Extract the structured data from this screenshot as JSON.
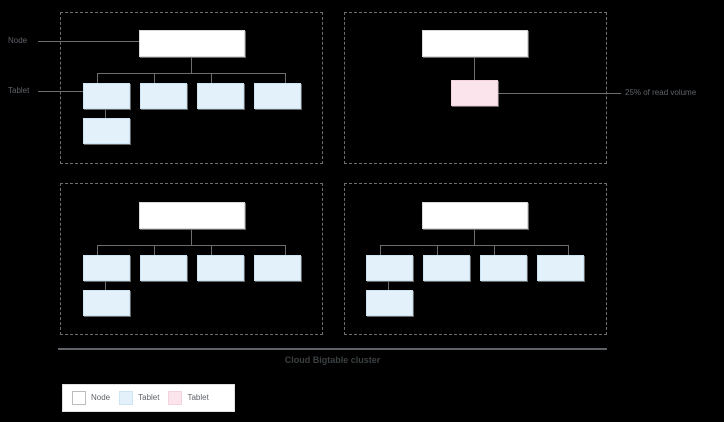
{
  "diagram": {
    "title": "Cloud Bigtable cluster",
    "labels": {
      "node": "Node",
      "tablet": "Tablet",
      "hot_tablet_annotation": "25% of read volume"
    },
    "colors": {
      "background": "#000000",
      "node_fill": "#ffffff",
      "tablet_fill": "#e3f1fb",
      "hot_tablet_fill": "#fce4ec",
      "line": "#6e6e6e",
      "panel_border": "#6e6e6e",
      "text": "#5f6368",
      "caption_text": "#3c4043"
    },
    "panels": [
      {
        "id": "panel-top-left",
        "node_count": 1,
        "tablets": 5,
        "hot_tablets": 0,
        "layout": "4-across-plus-1-below-first"
      },
      {
        "id": "panel-top-right",
        "node_count": 1,
        "tablets": 0,
        "hot_tablets": 1,
        "layout": "single-hot-tablet-centered"
      },
      {
        "id": "panel-bottom-left",
        "node_count": 1,
        "tablets": 5,
        "hot_tablets": 0,
        "layout": "4-across-plus-1-below-first"
      },
      {
        "id": "panel-bottom-right",
        "node_count": 1,
        "tablets": 5,
        "hot_tablets": 0,
        "layout": "4-across-plus-1-below-first"
      }
    ]
  },
  "legend": {
    "items": [
      {
        "label": "Node",
        "swatch": "node"
      },
      {
        "label": "Tablet",
        "swatch": "tablet"
      },
      {
        "label": "Tablet",
        "swatch": "hot"
      }
    ]
  }
}
